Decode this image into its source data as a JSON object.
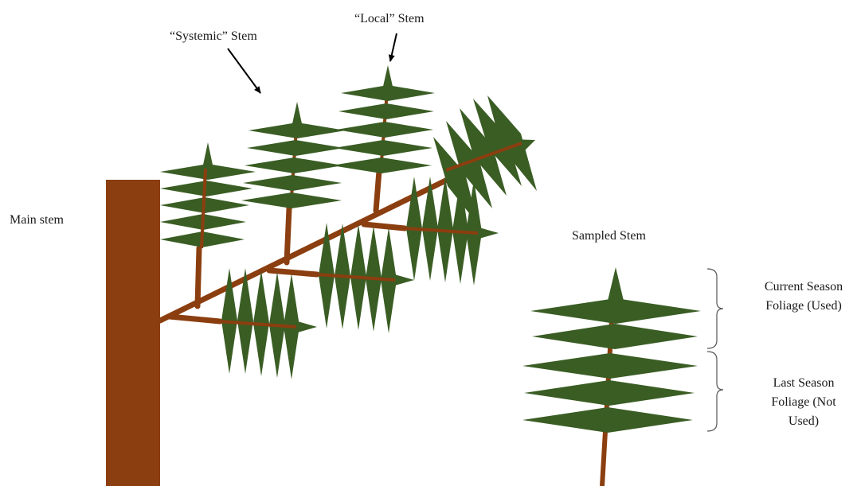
{
  "labels": {
    "main_stem": "Main stem",
    "systemic_stem": "“Systemic” Stem",
    "local_stem": "“Local” Stem",
    "sampled_stem": "Sampled Stem",
    "current_season": {
      "line1": "Current Season",
      "line2": "Foliage (Used)"
    },
    "last_season": {
      "line1": "Last Season",
      "line2": "Foliage (Not",
      "line3": "Used)"
    }
  },
  "colors": {
    "trunk": "#8b3e0f",
    "branch": "#8b3e0f",
    "foliage": "#3a5d24",
    "arrow": "#000000",
    "bracket": "#555555",
    "text": "#1a1a1a"
  }
}
